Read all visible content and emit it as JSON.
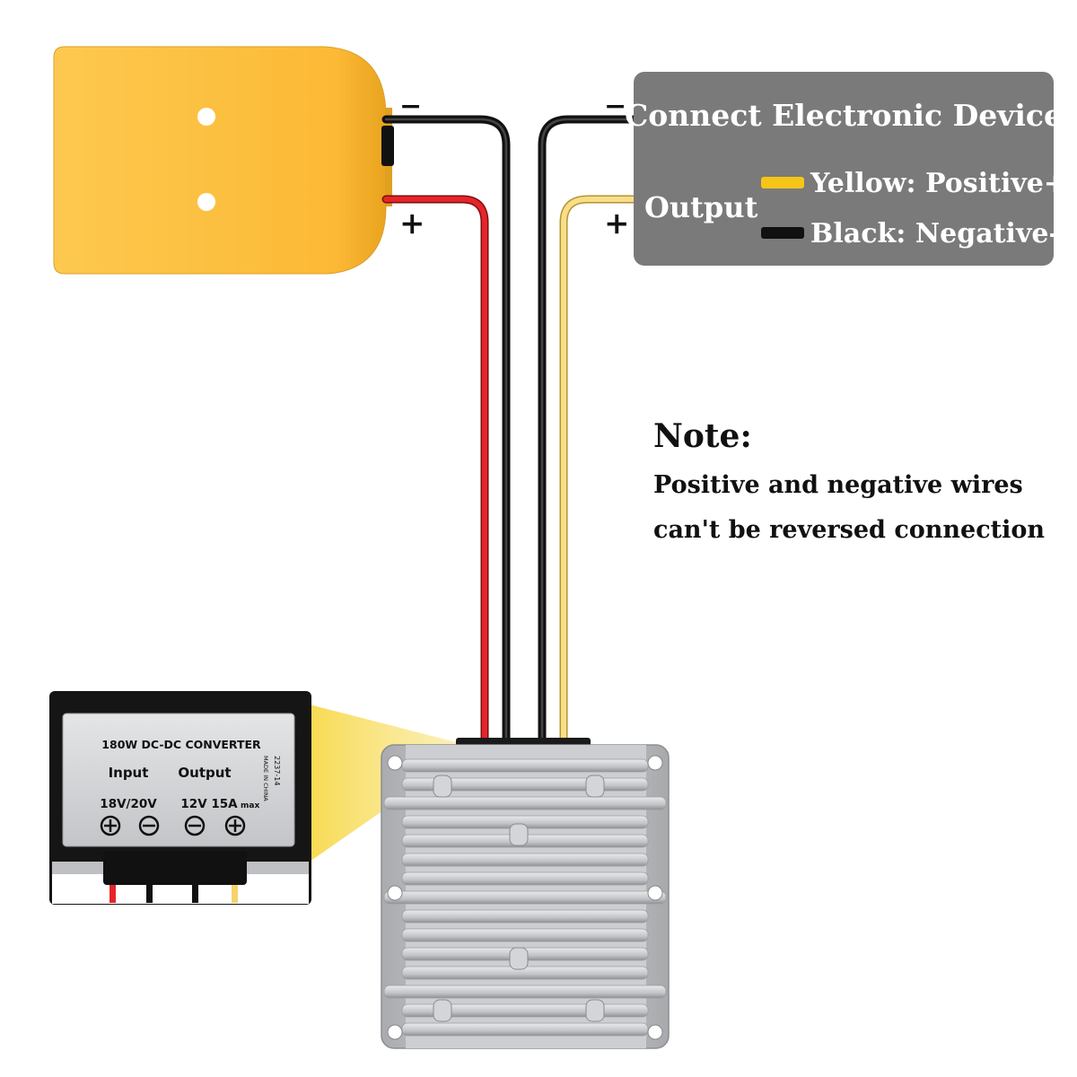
{
  "device_box": {
    "title": "Connect Electronic Device",
    "output_label": "Output",
    "legend": [
      {
        "text": "Yellow: Positive+",
        "color": "#f5c518"
      },
      {
        "text": "Black: Negative-",
        "color": "#111111"
      }
    ]
  },
  "polarity": {
    "battery_minus": "−",
    "battery_plus": "+",
    "device_minus": "−",
    "device_plus": "+"
  },
  "note": {
    "heading": "Note:",
    "line1": "Positive and negative wires",
    "line2": "can't be reversed connection"
  },
  "converter_label": {
    "title": "180W DC-DC CONVERTER",
    "input_label": "Input",
    "output_label": "Output",
    "input_rating": "18V/20V",
    "output_rating": "12V 15A",
    "output_max": "max",
    "side_code": "2237-14",
    "side_origin": "MADE IN CHINA"
  },
  "colors": {
    "battery_yellow": "#fcbf40",
    "wire_red": "#e5252a",
    "wire_black": "#111111",
    "wire_yellow": "#f3d36b",
    "device_box_gray": "#7a7a7a",
    "converter_silver": "#c9cacc",
    "label_panel": "#cfd0d2"
  }
}
